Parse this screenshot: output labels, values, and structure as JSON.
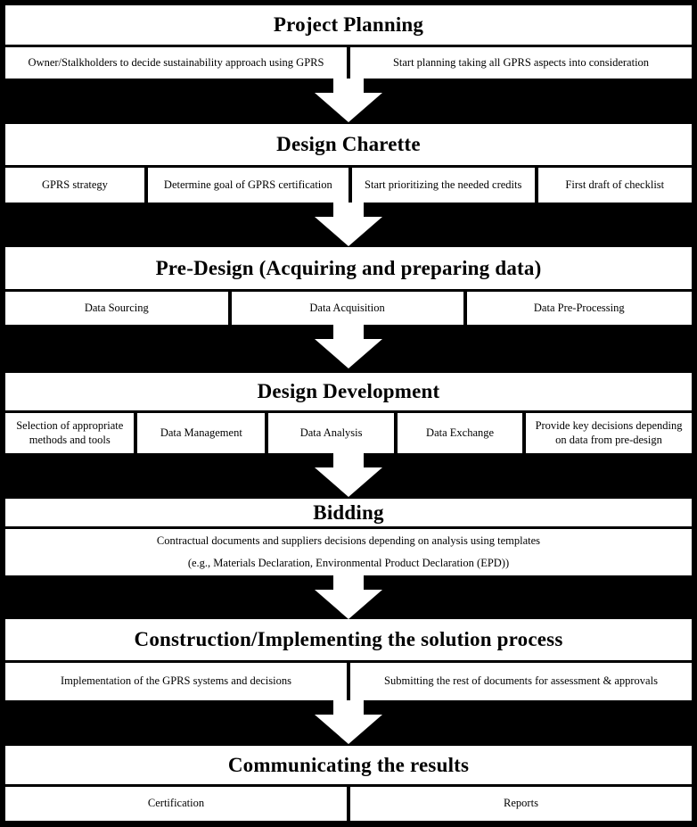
{
  "diagram_title": "GPRS project process flowchart",
  "colors": {
    "background_band": "#000000",
    "box_background": "#ffffff",
    "box_border": "#000000",
    "text": "#000000",
    "arrow": "#ffffff"
  },
  "arrow_icon": "down-block-arrow",
  "sections": [
    {
      "id": "project-planning",
      "title": "Project Planning",
      "cells": [
        "Owner/Stalkholders to decide sustainability approach using GPRS",
        "Start planning taking all GPRS aspects into consideration"
      ]
    },
    {
      "id": "design-charette",
      "title": "Design Charette",
      "cells": [
        "GPRS strategy",
        "Determine goal of GPRS certification",
        "Start prioritizing the needed credits",
        "First draft of checklist"
      ]
    },
    {
      "id": "pre-design",
      "title": "Pre-Design (Acquiring and preparing data)",
      "cells": [
        "Data Sourcing",
        "Data Acquisition",
        "Data Pre-Processing"
      ]
    },
    {
      "id": "design-development",
      "title": "Design Development",
      "cells": [
        "Selection of appropriate methods and tools",
        "Data Management",
        "Data Analysis",
        "Data Exchange",
        "Provide key decisions depending on data from pre-design"
      ]
    },
    {
      "id": "bidding",
      "title": "Bidding",
      "note_lines": [
        "Contractual documents and suppliers decisions depending on analysis using templates",
        "(e.g., Materials Declaration, Environmental Product Declaration (EPD))"
      ]
    },
    {
      "id": "construction",
      "title": "Construction/Implementing the solution process",
      "cells": [
        "Implementation of the GPRS systems and decisions",
        "Submitting the rest of documents for assessment & approvals"
      ]
    },
    {
      "id": "communicating-results",
      "title": "Communicating the results",
      "cells": [
        "Certification",
        "Reports"
      ]
    }
  ]
}
